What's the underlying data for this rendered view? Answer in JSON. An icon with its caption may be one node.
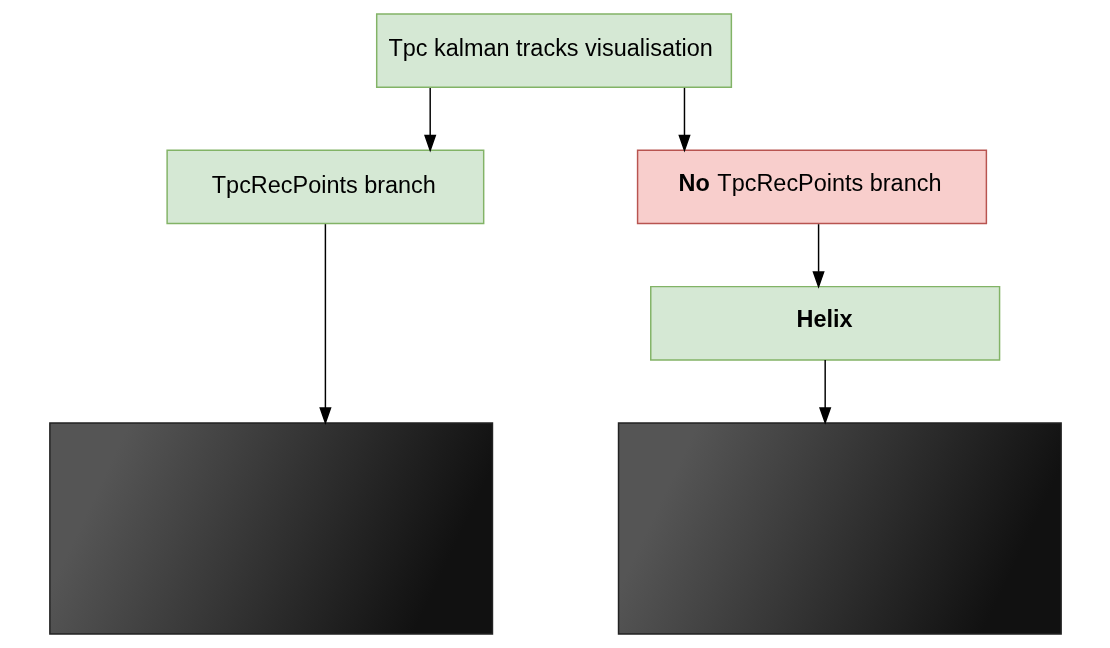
{
  "diagram": {
    "nodes": [
      {
        "text": [
          "Tpc kalman tracks visualisation"
        ]
      },
      {
        "text": [
          "TpcRecPoints branch"
        ]
      },
      {
        "text": [
          "**No** TpcRecPoints branch"
        ]
      },
      {
        "text": [
          "Helix"
        ]
      },
      {
        "text": [],
        "shape": "picture"
      },
      {
        "text": [],
        "shape": "picture"
      }
    ],
    "edges": [
      {
        "from": 0,
        "to": 1,
        "arrow": "to"
      },
      {
        "from": 0,
        "to": 2,
        "arrow": "to"
      },
      {
        "from": 1,
        "to": 4,
        "arrow": "to"
      },
      {
        "from": 2,
        "to": 3,
        "arrow": "to"
      },
      {
        "from": 3,
        "to": 5,
        "arrow": "to"
      }
    ]
  }
}
